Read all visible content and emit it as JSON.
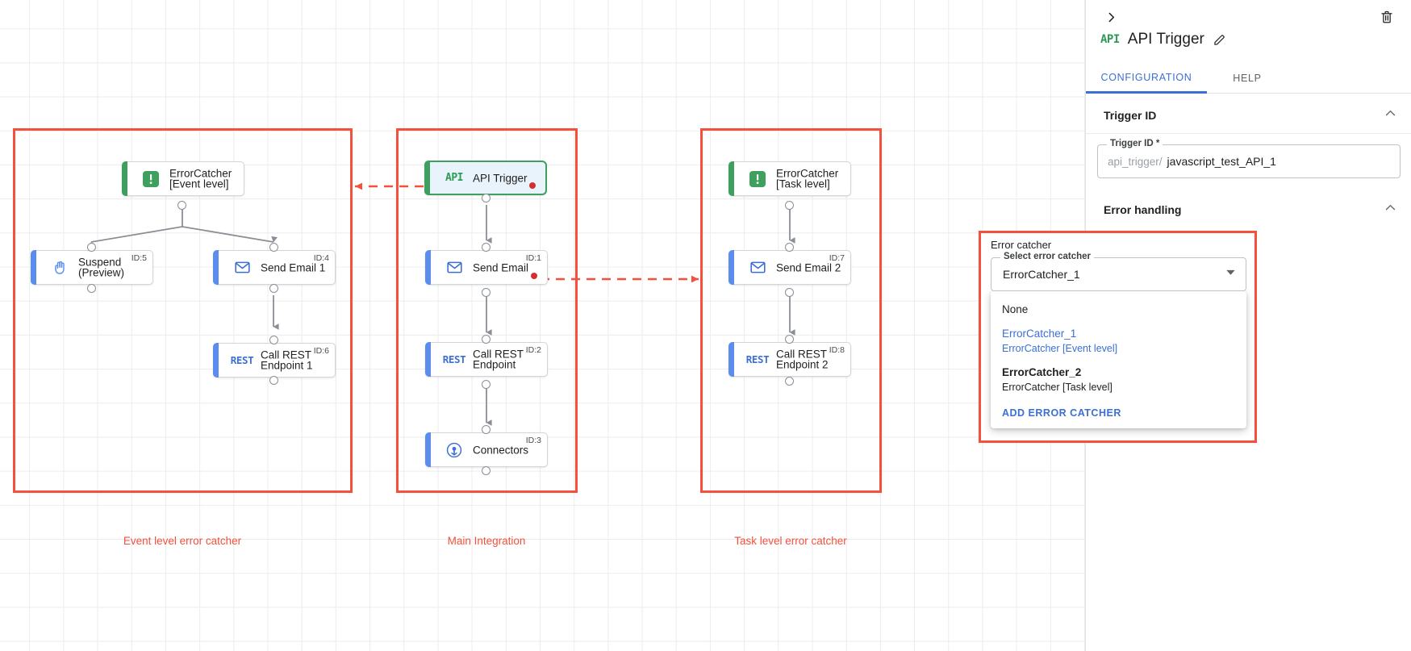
{
  "canvas": {
    "groups": [
      {
        "label": "Event level error catcher"
      },
      {
        "label": "Main Integration"
      },
      {
        "label": "Task level error catcher"
      }
    ],
    "nodes": {
      "error_catcher_event": {
        "title": "ErrorCatcher\n[Event level]",
        "icon": "alert-icon",
        "id": ""
      },
      "suspend": {
        "title": "Suspend\n(Preview)",
        "icon": "hand-icon",
        "id": "ID:5"
      },
      "send_email_1": {
        "title": "Send Email 1",
        "icon": "envelope-icon",
        "id": "ID:4"
      },
      "call_rest_endpoint_1": {
        "title": "Call REST\nEndpoint 1",
        "icon": "REST",
        "id": "ID:6"
      },
      "api_trigger": {
        "title": "API Trigger",
        "icon": "API",
        "id": ""
      },
      "send_email": {
        "title": "Send Email",
        "icon": "envelope-icon",
        "id": "ID:1"
      },
      "call_rest_endpoint": {
        "title": "Call REST\nEndpoint",
        "icon": "REST",
        "id": "ID:2"
      },
      "connectors": {
        "title": "Connectors",
        "icon": "connector-icon",
        "id": "ID:3"
      },
      "error_catcher_task": {
        "title": "ErrorCatcher\n[Task level]",
        "icon": "alert-icon",
        "id": ""
      },
      "send_email_2": {
        "title": "Send Email 2",
        "icon": "envelope-icon",
        "id": "ID:7"
      },
      "call_rest_endpoint_2": {
        "title": "Call REST\nEndpoint 2",
        "icon": "REST",
        "id": "ID:8"
      }
    },
    "colors": {
      "group_border": "#f4503c",
      "node_accent_blue": "#5b8def",
      "node_accent_green": "#3f9f5f",
      "error_dot": "#d32f2f",
      "selected_bg": "#e8f3fb"
    }
  },
  "panel": {
    "collapse_icon": "chevron-right-icon",
    "delete_icon": "trash-icon",
    "badge": "API",
    "title": "API Trigger",
    "edit_icon": "pencil-icon",
    "tabs": [
      {
        "label": "CONFIGURATION",
        "active": true
      },
      {
        "label": "HELP",
        "active": false
      }
    ],
    "sections": {
      "trigger_id": {
        "heading": "Trigger ID",
        "field_legend": "Trigger ID *",
        "field_prefix": "api_trigger/",
        "field_value": "javascript_test_API_1"
      },
      "error_handling": {
        "heading": "Error handling",
        "block_label": "Error catcher",
        "select_legend": "Select error catcher",
        "select_value": "ErrorCatcher_1",
        "options": [
          {
            "primary": "None",
            "secondary": "",
            "selected": false,
            "bold": false
          },
          {
            "primary": "ErrorCatcher_1",
            "secondary": "ErrorCatcher [Event level]",
            "selected": true,
            "bold": false
          },
          {
            "primary": "ErrorCatcher_2",
            "secondary": "ErrorCatcher [Task level]",
            "selected": false,
            "bold": true
          }
        ],
        "add_action": "ADD ERROR CATCHER"
      }
    },
    "accent_color": "#3b6fd4"
  }
}
